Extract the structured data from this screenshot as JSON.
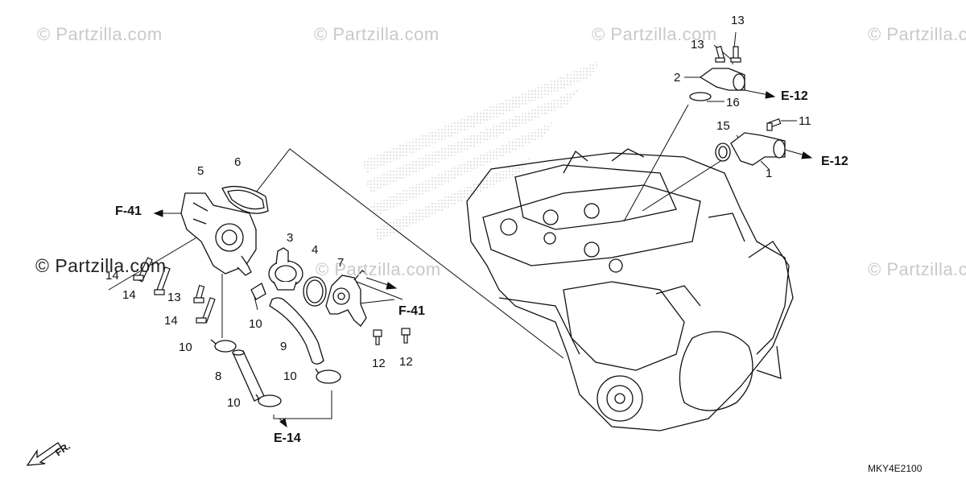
{
  "watermarks": {
    "text": "© Partzilla.com",
    "items": [
      "© Partzilla.com",
      "© Partzilla.com",
      "© Partzilla.com",
      "© Partzilla.com",
      "© Partzilla.com",
      "© Partzilla.com",
      "© Partzilla.com"
    ]
  },
  "callouts": [
    "1",
    "2",
    "3",
    "4",
    "5",
    "6",
    "7",
    "8",
    "9",
    "10",
    "10",
    "10",
    "10",
    "11",
    "12",
    "12",
    "13",
    "13",
    "13",
    "14",
    "14",
    "14",
    "15",
    "16"
  ],
  "references": [
    "F-41",
    "F-41",
    "E-12",
    "E-12",
    "E-14"
  ],
  "direction_label": "FR.",
  "diagram_code": "MKY4E2100",
  "colors": {
    "line": "#111111",
    "watermark": "#c9c9c9",
    "background": "#ffffff"
  }
}
